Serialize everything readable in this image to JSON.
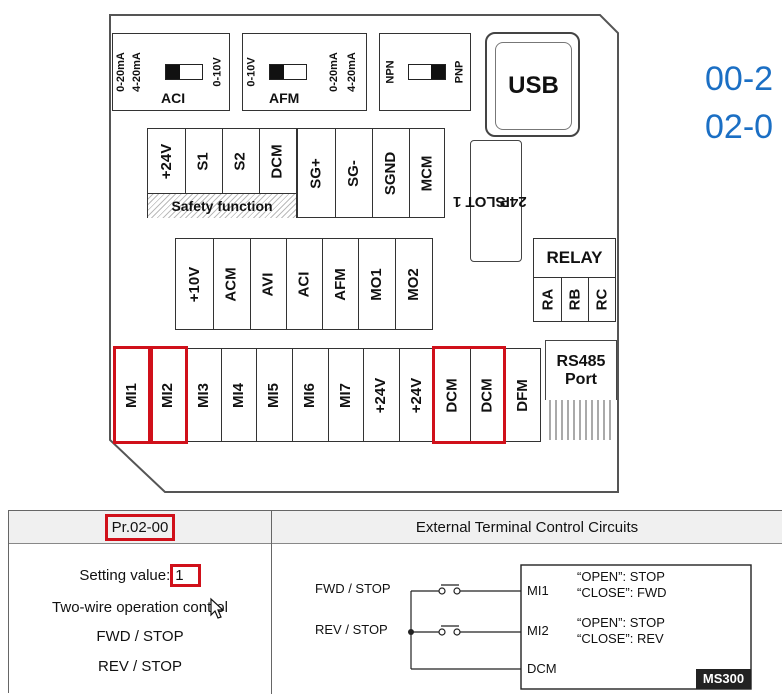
{
  "side_codes": [
    "00-2",
    "02-0"
  ],
  "switches": {
    "aci": {
      "opt1": "0-20mA",
      "opt2": "4-20mA",
      "label": "ACI",
      "opt3": "0-10V"
    },
    "afm": {
      "opt1": "0-10V",
      "label": "AFM",
      "opt2": "0-20mA",
      "opt3": "4-20mA"
    },
    "npn": {
      "opt1": "NPN",
      "opt2": "PNP"
    }
  },
  "usb": "USB",
  "safety": {
    "terminals": [
      "+24V",
      "S1",
      "S2",
      "DCM"
    ],
    "caption": "Safety function"
  },
  "sg_terminals": [
    "SG+",
    "SG-",
    "SGND",
    "MCM"
  ],
  "slot": {
    "line1": "SLOT 1",
    "line2": "24P"
  },
  "analog_terminals": [
    "+10V",
    "ACM",
    "AVI",
    "ACI",
    "AFM",
    "MO1",
    "MO2"
  ],
  "relay": {
    "title": "RELAY",
    "terminals": [
      "RA",
      "RB",
      "RC"
    ]
  },
  "digital_terminals": [
    "MI1",
    "MI2",
    "MI3",
    "MI4",
    "MI5",
    "MI6",
    "MI7",
    "+24V",
    "+24V",
    "DCM",
    "DCM",
    "DFM"
  ],
  "rs485": {
    "line1": "RS485",
    "line2": "Port"
  },
  "table": {
    "param_header": "Pr.02-00",
    "circuit_header": "External Terminal Control Circuits",
    "setting_label": "Setting value:",
    "setting_value": "1",
    "lines": [
      "Two-wire operation control",
      "FWD / STOP",
      "REV / STOP"
    ]
  },
  "circuit": {
    "fwd": "FWD / STOP",
    "rev": "REV / STOP",
    "mi1": "MI1",
    "mi2": "MI2",
    "dcm": "DCM",
    "mi1_open": "“OPEN”: STOP",
    "mi1_close": "“CLOSE”: FWD",
    "mi2_open": "“OPEN”: STOP",
    "mi2_close": "“CLOSE”: REV",
    "model": "MS300"
  }
}
